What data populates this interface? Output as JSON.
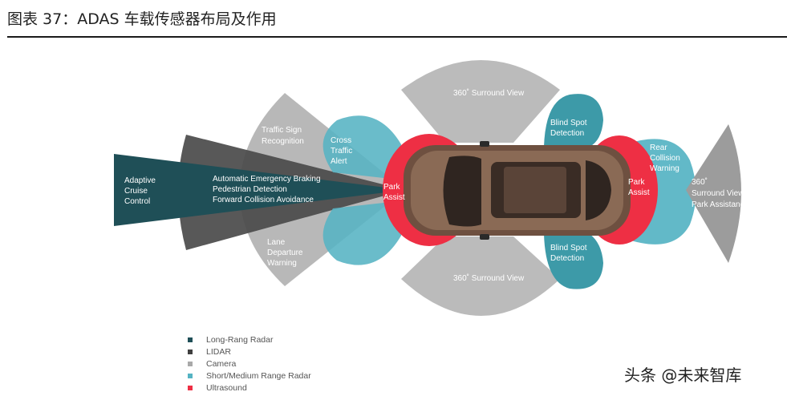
{
  "title": "图表 37：ADAS 车载传感器布局及作用",
  "colors": {
    "long_range_radar": "#1f4f57",
    "lidar": "#3f3f3f",
    "camera": "#a9a9a9",
    "short_medium_radar": "#55b3c3",
    "ultrasound": "#ee2f44"
  },
  "zones": {
    "adaptive_cruise": [
      "Adaptive",
      "Cruise",
      "Control"
    ],
    "front_functions": [
      "Automatic Emergency Braking",
      "Pedestrian Detection",
      "Forward Collision Avoidance"
    ],
    "traffic_sign": [
      "Traffic Sign",
      "Recognition"
    ],
    "lane_departure": [
      "Lane",
      "Departure",
      "Warning"
    ],
    "cross_traffic": [
      "Cross",
      "Traffic",
      "Alert"
    ],
    "park_assist_front": [
      "Park",
      "Assist"
    ],
    "park_assist_rear": [
      "Park",
      "Assist"
    ],
    "surround_top": "360˚ Surround View",
    "surround_bottom": "360˚ Surround View",
    "blind_spot_top": [
      "Blind Spot",
      "Detection"
    ],
    "blind_spot_bottom": [
      "Blind Spot",
      "Detection"
    ],
    "rear_collision": [
      "Rear",
      "Collision",
      "Warning"
    ],
    "rear_surround": [
      "360˚",
      "Surround View",
      "Park Assistance"
    ]
  },
  "legend": [
    {
      "label": "Long-Rang Radar",
      "color": "#1f4f57"
    },
    {
      "label": "LIDAR",
      "color": "#3f3f3f"
    },
    {
      "label": "Camera",
      "color": "#a9a9a9"
    },
    {
      "label": "Short/Medium Range Radar",
      "color": "#55b3c3"
    },
    {
      "label": "Ultrasound",
      "color": "#ee2f44"
    }
  ],
  "watermark": "头条 @未来智库"
}
